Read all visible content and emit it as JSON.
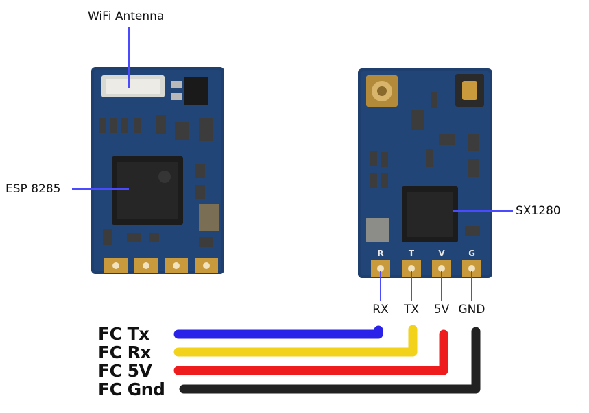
{
  "callouts": {
    "wifi_antenna": "WiFi Antenna",
    "esp": "ESP 8285",
    "sx": "SX1280"
  },
  "board_pin_marks": [
    "R",
    "T",
    "V",
    "G"
  ],
  "pins": [
    "RX",
    "TX",
    "5V",
    "GND"
  ],
  "fc_labels": [
    "FC Tx",
    "FC Rx",
    "FC 5V",
    "FC Gnd"
  ],
  "colors": {
    "pcb": "#1f3f6e",
    "pcb_dark": "#142c50",
    "pad_gold": "#c89a3c",
    "chip": "#1c1c1c",
    "leader": "#4a4aff",
    "wire_tx": "#2a22e8",
    "wire_rx": "#f2d21b",
    "wire_5v": "#ee1c1c",
    "wire_gnd": "#222222"
  }
}
